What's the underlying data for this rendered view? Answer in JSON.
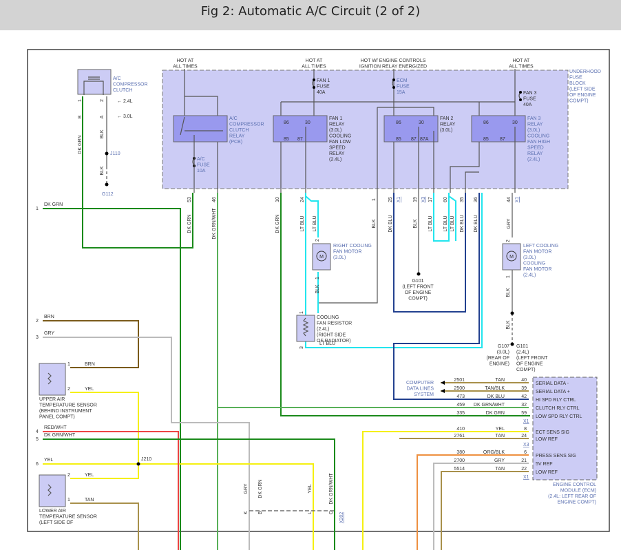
{
  "header": {
    "title": "Fig 2: Automatic A/C Circuit (2 of 2)"
  },
  "colors": {
    "dk_grn": "#1a8a1a",
    "dk_grn_wht": "#58b058",
    "lt_blu": "#22e5ee",
    "dk_blu": "#22408f",
    "blk": "#555555",
    "gry": "#bbbbbb",
    "brn": "#7a5a1a",
    "yel": "#f5f010",
    "red_wht": "#ee4444",
    "tan": "#a8904a",
    "org_blk": "#ee9040",
    "fuse_block_fill": "#ccccf5",
    "relay_fill": "#9999ee"
  },
  "power_labels": {
    "hot1": [
      "HOT AT",
      "ALL TIMES"
    ],
    "hot2": [
      "HOT AT",
      "ALL TIMES"
    ],
    "hot3": [
      "HOT W/ ENGINE CONTROLS",
      "IGNITION RELAY ENERGIZED"
    ],
    "hot4": [
      "HOT AT",
      "ALL TIMES"
    ]
  },
  "fuse_block": {
    "label": [
      "UNDERHOOD",
      "FUSE",
      "BLOCK",
      "(LEFT SIDE",
      "OF ENGINE",
      "COMPT)"
    ]
  },
  "fuses": {
    "fan1": [
      "FAN 1",
      "FUSE",
      "40A"
    ],
    "ecm": [
      "ECM",
      "FUSE",
      "15A"
    ],
    "fan3": [
      "FAN 3",
      "FUSE",
      "40A"
    ],
    "ac": [
      "A/C",
      "FUSE",
      "10A"
    ]
  },
  "relays": {
    "ac": {
      "label": [
        "A/C",
        "COMPRESSOR",
        "CLUTCH",
        "RELAY",
        "(PCB)"
      ]
    },
    "fan1": {
      "label": [
        "FAN 1",
        "RELAY",
        "(3.0L)",
        "COOLING",
        "FAN LOW",
        "SPEED",
        "RELAY",
        "(2.4L)"
      ],
      "pins": [
        "86",
        "30",
        "85",
        "87"
      ]
    },
    "fan2": {
      "label": [
        "FAN 2",
        "RELAY",
        "(3.0L)"
      ],
      "pins": [
        "86",
        "30",
        "85",
        "87",
        "87A"
      ]
    },
    "fan3": {
      "label": [
        "FAN 3",
        "RELAY",
        "(3.0L)",
        "COOLING",
        "FAN HIGH",
        "SPEED",
        "RELAY",
        "(2.4L)"
      ],
      "pins": [
        "86",
        "30",
        "85",
        "87"
      ]
    }
  },
  "compressor": {
    "label": [
      "A/C",
      "COMPRESSOR",
      "CLUTCH"
    ],
    "pin1": "1",
    "pin2": "2",
    "pinB": "B",
    "pinA": "A",
    "v24": "2.4L",
    "v30": "3.0L",
    "wire1": "DK GRN",
    "wire2": "BLK",
    "wire3": "BLK",
    "splice": "J110",
    "ground": "G112"
  },
  "fb_pins": [
    {
      "num": "53",
      "wire": "DK GRN"
    },
    {
      "num": "46",
      "wire": "DK GRN/WHT"
    },
    {
      "num": "10",
      "wire": "DK GRN"
    },
    {
      "num": "24",
      "wire": "LT BLU"
    },
    {
      "num": "",
      "wire": "LT BLU"
    },
    {
      "num": "1",
      "wire": "BLK"
    },
    {
      "num": "25",
      "wire": "DK BLU",
      "conn": "X1"
    },
    {
      "num": "19",
      "wire": "BLK",
      "conn": "X3"
    },
    {
      "num": "17",
      "wire": "LT BLU"
    },
    {
      "num": "60",
      "wire": "LT BLU"
    },
    {
      "num": "",
      "wire": "LT BLU"
    },
    {
      "num": "35",
      "wire": "DK BLU"
    },
    {
      "num": "36",
      "wire": "DK BLU"
    },
    {
      "num": "44",
      "wire": "GRY",
      "conn": "X1"
    }
  ],
  "right_motor": {
    "label": [
      "RIGHT COOLING",
      "FAN MOTOR",
      "(3.0L)"
    ],
    "pin2": "2",
    "pin1": "1",
    "wire": "BLK",
    "glyph": "M"
  },
  "resistor": {
    "label": [
      "COOLING",
      "FAN RESISTOR",
      "(2.4L)",
      "(RIGHT SIDE",
      "OF RADIATOR)"
    ],
    "pin1": "1",
    "pin3": "3",
    "wire": "LT BLU"
  },
  "g101_mid": {
    "label": [
      "G101",
      "(LEFT FRONT",
      "OF ENGINE",
      "COMPT)"
    ]
  },
  "left_motor": {
    "label": [
      "LEFT COOLING",
      "FAN MOTOR",
      "(3.0L)",
      "COOLING",
      "FAN MOTOR",
      "(2.4L)"
    ],
    "pin2": "2",
    "pin1": "1",
    "wire1": "BLK",
    "wire2": "BLK",
    "glyph": "M"
  },
  "ground_right": {
    "g107": [
      "G107",
      "(3.0L)",
      "(REAR OF",
      "ENGINE)"
    ],
    "g101": [
      "G101",
      "(2.4L)",
      "(LEFT FRONT",
      "OF ENGINE",
      "COMPT)"
    ]
  },
  "left_pins": [
    {
      "num": "1",
      "wire": "DK GRN"
    },
    {
      "num": "2",
      "wire": "BRN"
    },
    {
      "num": "3",
      "wire": "GRY"
    },
    {
      "num": "4",
      "wire": "RED/WHT"
    },
    {
      "num": "5",
      "wire": "DK GRN/WHT"
    },
    {
      "num": "6",
      "wire": "YEL"
    }
  ],
  "upper_sensor": {
    "label": [
      "UPPER AIR",
      "TEMPERATURE SENSOR",
      "(BEHIND INSTRUMENT",
      "PANEL COMPT)"
    ],
    "pins": [
      {
        "num": "1",
        "wire": "BRN"
      },
      {
        "num": "2",
        "wire": "YEL"
      }
    ]
  },
  "lower_sensor": {
    "label": [
      "LOWER AIR",
      "TEMPERATURE SENSOR",
      "(LEFT SIDE OF"
    ],
    "pins": [
      {
        "num": "2",
        "wire": "YEL"
      },
      {
        "num": "1",
        "wire": "TAN"
      }
    ]
  },
  "splice_j210": "J210",
  "x202": {
    "pins": [
      {
        "pin": "K",
        "wire": "GRY"
      },
      {
        "pin": "B",
        "wire": "DK GRN"
      },
      {
        "pin": "L",
        "wire": "YEL"
      },
      {
        "pin": "C",
        "wire": "DK GRN/WHT"
      }
    ],
    "conn": "X202"
  },
  "data_lines": {
    "label": [
      "COMPUTER",
      "DATA LINES",
      "SYSTEM"
    ]
  },
  "ecm": {
    "label": [
      "ENGINE CONTROL",
      "MODULE (ECM)",
      "(2.4L: LEFT REAR OF",
      "ENGINE COMPT)"
    ],
    "group1": [
      {
        "circuit": "2501",
        "wire": "TAN",
        "pin": "40",
        "signal": "SERIAL DATA -"
      },
      {
        "circuit": "2500",
        "wire": "TAN/BLK",
        "pin": "39",
        "signal": "SERIAL DATA +"
      },
      {
        "circuit": "473",
        "wire": "DK BLU",
        "pin": "42",
        "signal": "HI SPD RLY CTRL"
      },
      {
        "circuit": "459",
        "wire": "DK GRN/WHT",
        "pin": "32",
        "signal": "CLUTCH RLY CTRL"
      },
      {
        "circuit": "335",
        "wire": "DK GRN",
        "pin": "59",
        "signal": "LOW SPD RLY CTRL"
      }
    ],
    "conn1": "X1",
    "group2": [
      {
        "circuit": "410",
        "wire": "YEL",
        "pin": "8",
        "signal": "ECT SENS SIG"
      },
      {
        "circuit": "2761",
        "wire": "TAN",
        "pin": "24",
        "signal": "LOW REF"
      }
    ],
    "conn2": "X3",
    "group3": [
      {
        "circuit": "380",
        "wire": "ORG/BLK",
        "pin": "6",
        "signal": "PRESS SENS SIG"
      },
      {
        "circuit": "2700",
        "wire": "GRY",
        "pin": "21",
        "signal": "5V REF"
      },
      {
        "circuit": "5514",
        "wire": "TAN",
        "pin": "22",
        "signal": "LOW REF"
      }
    ],
    "conn3": "X1"
  }
}
